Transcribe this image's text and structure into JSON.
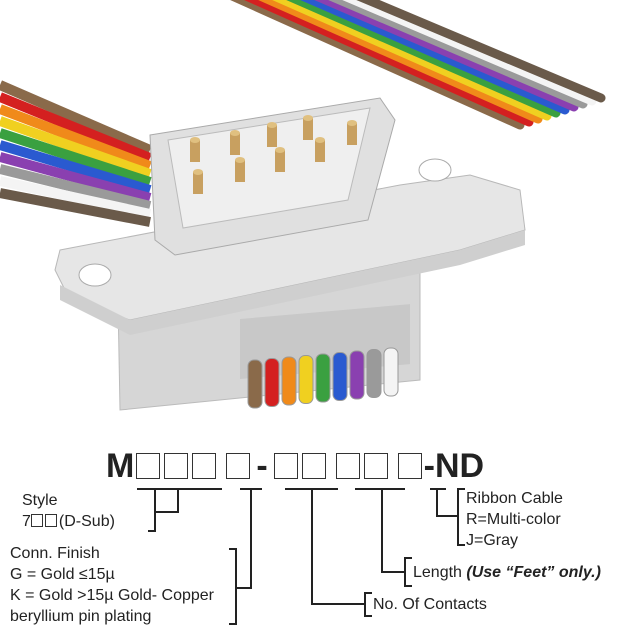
{
  "part_number": {
    "prefix": "M",
    "separator": "-",
    "suffix": "-ND"
  },
  "legend": {
    "style": {
      "title": "Style",
      "line1": "7",
      "line1_rest": "(D-Sub)"
    },
    "finish": {
      "title": "Conn. Finish",
      "lines": [
        "G = Gold ≤15µ",
        "K = Gold >15µ Gold- Copper",
        "beryllium pin plating"
      ]
    },
    "contacts": {
      "title": "No. Of Contacts"
    },
    "length": {
      "title": "Length",
      "note": "(Use “Feet” only.)"
    },
    "ribbon": {
      "title": "Ribbon Cable",
      "lines": [
        "R=Multi-color",
        "J=Gray"
      ]
    }
  },
  "colors": {
    "wires": [
      "#8a6a4a",
      "#d42020",
      "#f08a1a",
      "#f0d020",
      "#3aa040",
      "#2a5ad0",
      "#8a40b0",
      "#9a9a9a",
      "#f4f4f4",
      "#6a5a4a"
    ],
    "body": "#dcdcdc",
    "pins": "#c8a060"
  }
}
